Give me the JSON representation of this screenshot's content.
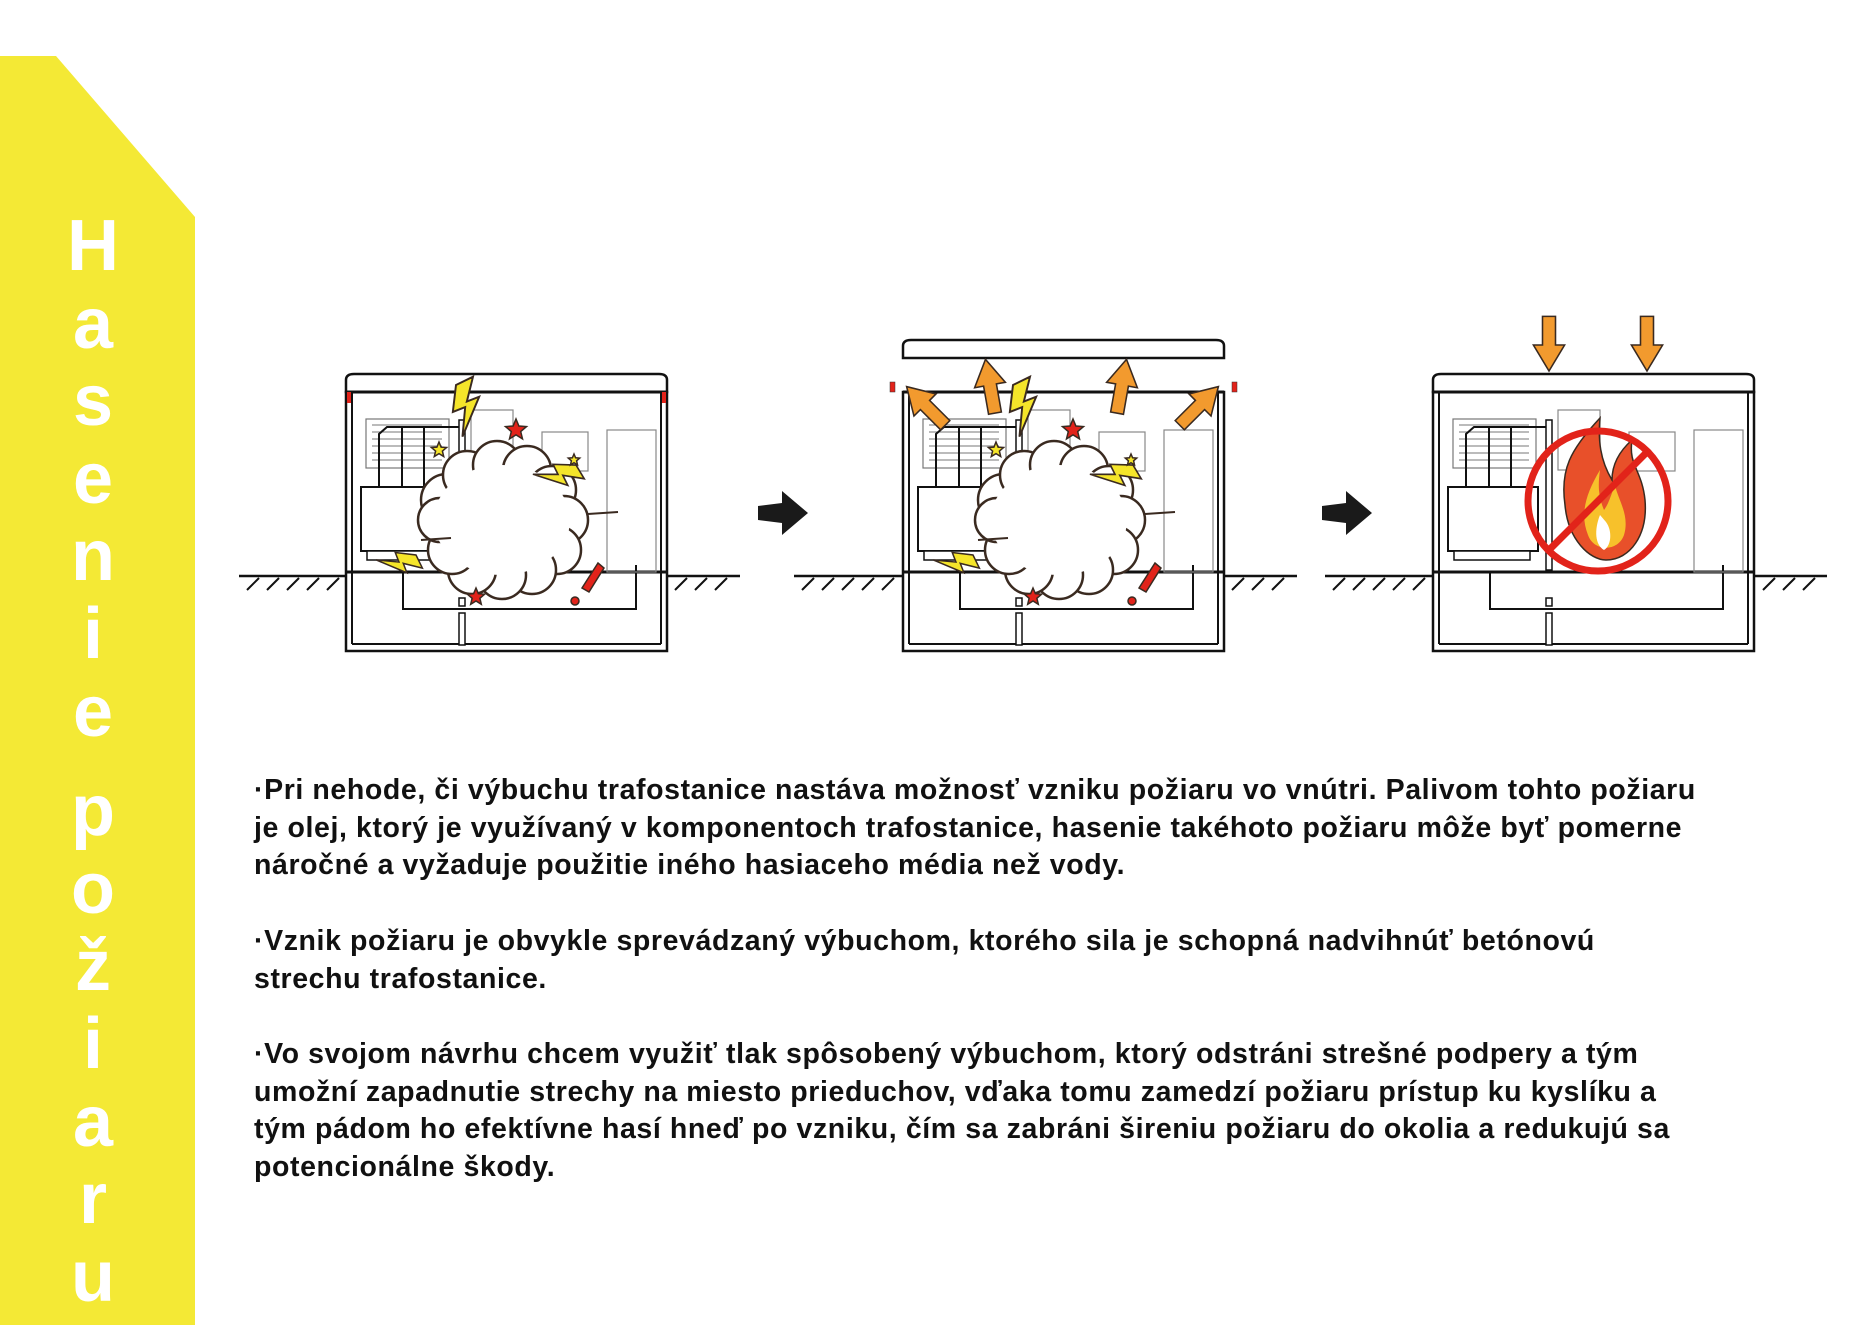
{
  "colors": {
    "sidebar": "#F4E935",
    "title_text": "#FFFFFF",
    "fire_red": "#E2231A",
    "flame_orange": "#E8502A",
    "flame_yellow": "#F7C12B",
    "arrow_orange": "#F29A2E",
    "bolt_yellow": "#F5E52A"
  },
  "sidebar": {
    "title": "Hasenie požiaru"
  },
  "diagram": {
    "stages": [
      {
        "name": "explosion",
        "icons": [
          "explosion-cloud-icon",
          "lightning-icon",
          "star-icon",
          "exclamation-icon"
        ]
      },
      {
        "name": "roof-lifted",
        "icons": [
          "explosion-cloud-icon",
          "up-arrow-icon",
          "lightning-icon",
          "star-icon"
        ]
      },
      {
        "name": "roof-fallen",
        "icons": [
          "down-arrow-icon",
          "no-fire-icon"
        ]
      }
    ],
    "transition_icons": [
      "right-arrow-icon",
      "right-arrow-icon"
    ]
  },
  "paragraphs": [
    {
      "lines": [
        "·Pri nehode, či výbuchu trafostanice nastáva možnosť vzniku požiaru vo vnútri. Palivom tohto požiaru",
        "je olej, ktorý je využívaný v komponentoch trafostanice, hasenie takéhoto požiaru môže byť pomerne",
        "náročné a vyžaduje použitie iného hasiaceho média než vody."
      ]
    },
    {
      "lines": [
        "·Vznik požiaru je obvykle sprevádzaný výbuchom, ktorého sila je schopná nadvihnúť betónovú",
        "strechu trafostanice."
      ]
    },
    {
      "lines": [
        "·Vo svojom návrhu chcem využiť tlak spôsobený výbuchom, ktorý odstráni strešné podpery a tým",
        "umožní zapadnutie strechy na miesto prieduchov, vďaka tomu zamedzí požiaru prístup ku kyslíku a",
        "tým pádom ho efektívne hasí hneď po vzniku, čím sa zabráni šireniu požiaru do okolia a redukujú sa",
        "potencionálne škody."
      ]
    }
  ]
}
